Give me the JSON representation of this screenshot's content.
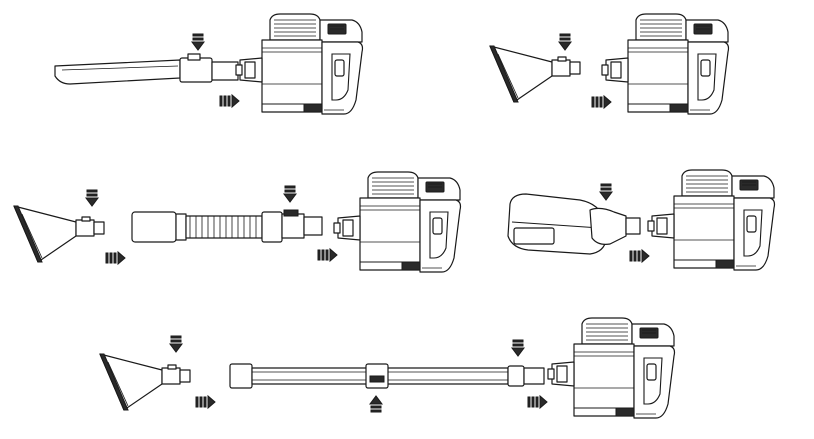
{
  "figure": {
    "background": "#ffffff",
    "ink": "#1a1a1a",
    "panels": [
      {
        "id": "crevice-tool-attachment",
        "accessory": "crevice-tool"
      },
      {
        "id": "brush-tool-attachment",
        "accessory": "wide-brush-tool"
      },
      {
        "id": "hose-attachment",
        "accessory": "wide-brush-tool-with-flexible-hose"
      },
      {
        "id": "motorized-head-attachment",
        "accessory": "motorized-brush-head"
      },
      {
        "id": "extension-tube-attachment",
        "accessory": "wide-brush-tool-with-extension-tube"
      }
    ],
    "icons": {
      "press_arrow": "press-down-arrow-icon",
      "push_arrow": "push-right-arrow-icon",
      "lift_arrow": "press-up-arrow-icon"
    }
  }
}
